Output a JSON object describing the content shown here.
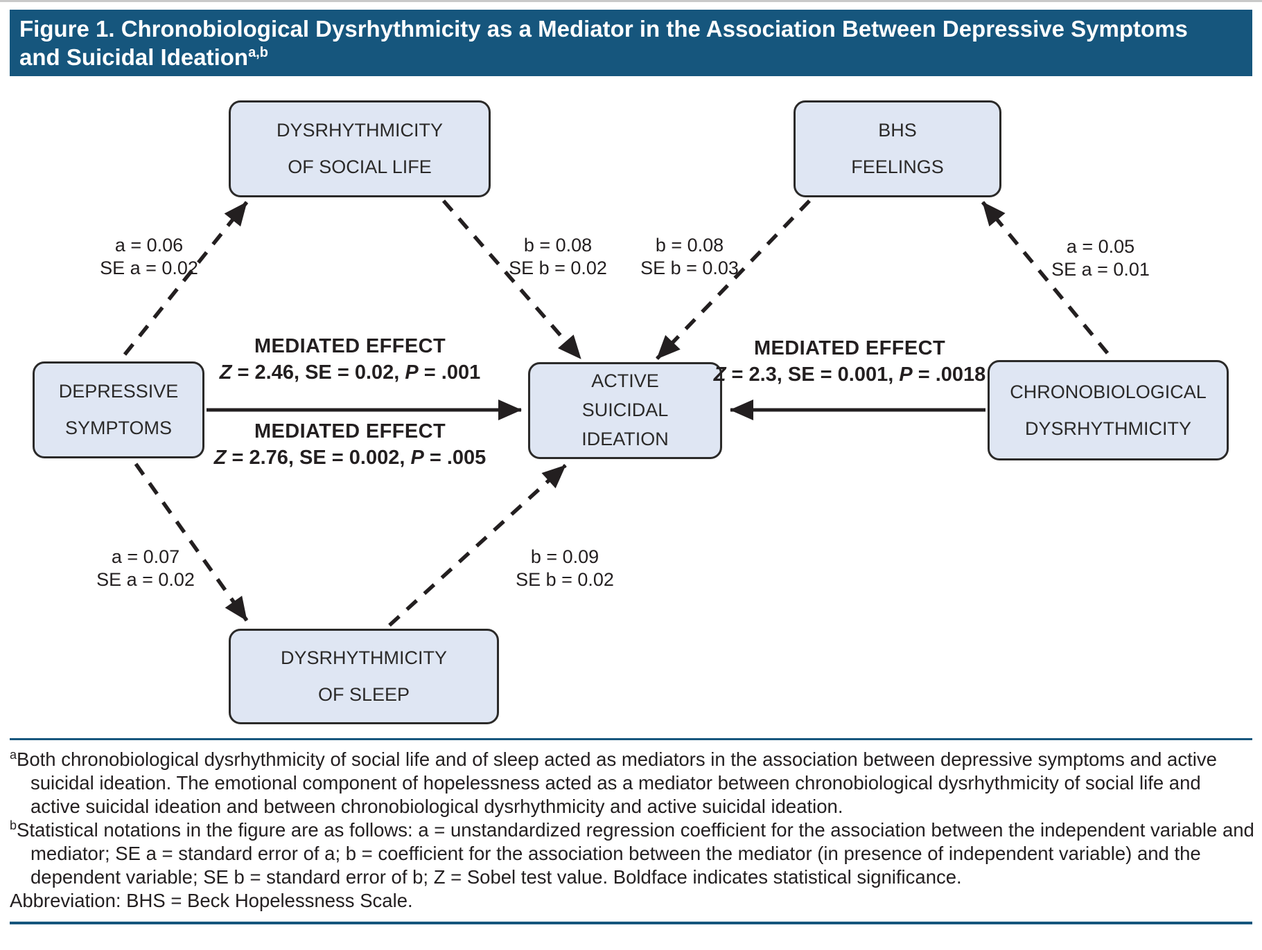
{
  "header": {
    "title_lines": [
      "Figure 1. Chronobiological Dysrhythmicity as a Mediator in the Association Between Depressive Symptoms",
      "and Suicidal Ideation"
    ],
    "title_superscript": "a,b"
  },
  "colors": {
    "header_bg": "#16567d",
    "box_fill": "#dfe6f3",
    "box_border": "#2b2a29",
    "ink": "#231f20",
    "rule_navy": "#16567d"
  },
  "boxes": {
    "social_life": "DYSRHYTHMICITY\nOF SOCIAL LIFE",
    "bhs_feelings": "BHS\nFEELINGS",
    "depressive_symptoms": "DEPRESSIVE\nSYMPTOMS",
    "active_suicidal_ideation": "ACTIVE\nSUICIDAL\nIDEATION",
    "chronobiological_dysrhythmicity": "CHRONOBIOLOGICAL\nDYSRHYTHMICITY",
    "sleep": "DYSRHYTHMICITY\nOF SLEEP"
  },
  "path_labels": {
    "dep_to_social": "a = 0.06\nSE a = 0.02",
    "social_to_ideation": "b = 0.08\nSE b = 0.02",
    "bhs_to_ideation": "b = 0.08\nSE b = 0.03",
    "chrono_to_bhs": "a = 0.05\nSE a = 0.01",
    "dep_to_sleep": "a = 0.07\nSE a = 0.02",
    "sleep_to_ideation": "b = 0.09\nSE b = 0.02"
  },
  "mediated_effects": {
    "top_left": {
      "heading": "MEDIATED EFFECT",
      "stats": [
        {
          "t": "Z",
          "i": true
        },
        {
          "t": " = 2.46, SE = 0.02, ",
          "i": false
        },
        {
          "t": "P",
          "i": true
        },
        {
          "t": " = .001",
          "i": false
        }
      ]
    },
    "bottom_left": {
      "heading": "MEDIATED EFFECT",
      "stats": [
        {
          "t": "Z",
          "i": true
        },
        {
          "t": " = 2.76, SE = 0.002, ",
          "i": false
        },
        {
          "t": "P",
          "i": true
        },
        {
          "t": " = .005",
          "i": false
        }
      ]
    },
    "right": {
      "heading": "MEDIATED EFFECT",
      "stats": [
        {
          "t": "Z",
          "i": true
        },
        {
          "t": " = 2.3, SE = 0.001, ",
          "i": false
        },
        {
          "t": "P",
          "i": true
        },
        {
          "t": " = .0018",
          "i": false
        }
      ]
    }
  },
  "footnotes": [
    {
      "marker": "a",
      "text": "Both chronobiological dysrhythmicity of social life and of sleep acted as mediators in the association between depressive symptoms and active suicidal ideation. The emotional component of hopelessness acted as a mediator between chronobiological dysrhythmicity of social life and active suicidal ideation and between chronobiological dysrhythmicity and active suicidal ideation."
    },
    {
      "marker": "b",
      "text": "Statistical notations in the figure are as follows: a = unstandardized regression coefficient for the association between the independent variable and mediator; SE a = standard error of a; b = coefficient for the association between the mediator (in presence of independent variable) and the dependent variable; SE b = standard error of b; Z = Sobel test value. Boldface indicates statistical significance."
    }
  ],
  "abbreviation_note": "Abbreviation: BHS = Beck Hopelessness Scale."
}
